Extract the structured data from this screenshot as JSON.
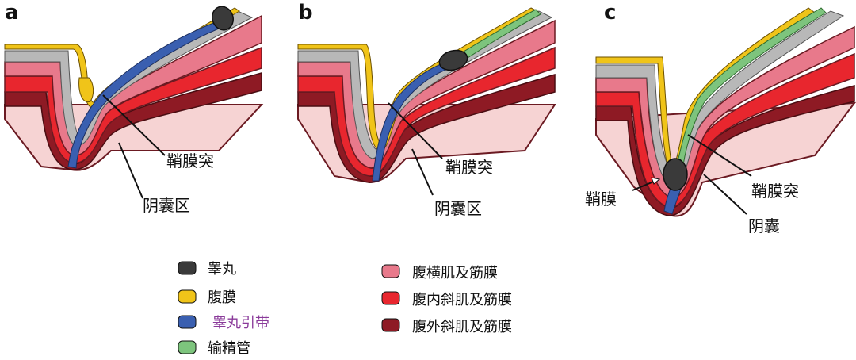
{
  "colors": {
    "testis": "#3a3a3a",
    "peritoneum": "#f0c419",
    "gubernaculum": "#3a5fb0",
    "vas_deferens": "#7dc47d",
    "transversus": "#e8798b",
    "internal_oblique": "#e8262e",
    "external_oblique": "#8e1a24",
    "skin": "#f6d3d3",
    "gray_layer": "#b8b8b8"
  },
  "panels": [
    {
      "letter": "a",
      "labels": [
        "鞘膜突",
        "阴囊区"
      ]
    },
    {
      "letter": "b",
      "labels": [
        "鞘膜突",
        "阴囊区"
      ]
    },
    {
      "letter": "c",
      "labels": [
        "鞘膜",
        "鞘膜突",
        "阴囊"
      ]
    }
  ],
  "legend": {
    "left": [
      {
        "label": "睾丸",
        "color_key": "testis",
        "icon": "testis-swatch"
      },
      {
        "label": "腹膜",
        "color_key": "peritoneum",
        "icon": "peritoneum-swatch"
      },
      {
        "label": "睾丸引带",
        "color_key": "gubernaculum",
        "icon": "gubernaculum-swatch"
      },
      {
        "label": "输精管",
        "color_key": "vas_deferens",
        "icon": "vas-deferens-swatch"
      }
    ],
    "right": [
      {
        "label": "腹横肌及筋膜",
        "color_key": "transversus",
        "icon": "transversus-swatch"
      },
      {
        "label": "腹内斜肌及筋膜",
        "color_key": "internal_oblique",
        "icon": "internal-oblique-swatch"
      },
      {
        "label": "腹外斜肌及筋膜",
        "color_key": "external_oblique",
        "icon": "external-oblique-swatch"
      }
    ]
  }
}
